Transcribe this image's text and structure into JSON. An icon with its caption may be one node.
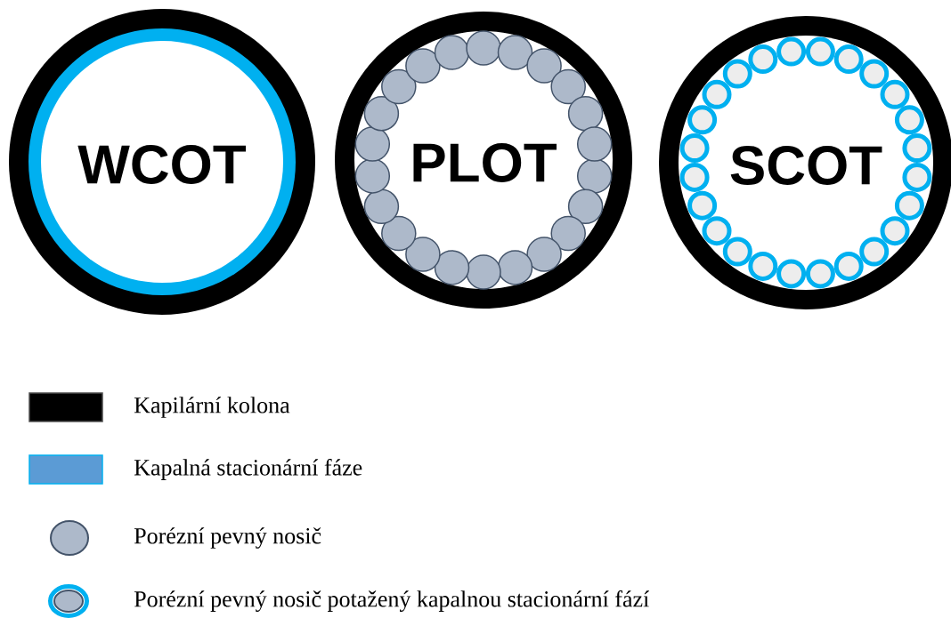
{
  "diagram": {
    "nodes": [
      {
        "text": [
          "WCOT"
        ]
      },
      {
        "text": [
          "PLOT"
        ]
      },
      {
        "text": [
          "SCOT"
        ]
      }
    ],
    "legend": [
      {
        "text": "Kapilární kolona",
        "color": "#000000"
      },
      {
        "text": "Kapalná stacionární fáze",
        "color": "#5b9bd5"
      },
      {
        "text": "Porézní pevný nosič"
      },
      {
        "text": "Porézní pevný nosič potažený kapalnou stacionární fází"
      }
    ]
  }
}
